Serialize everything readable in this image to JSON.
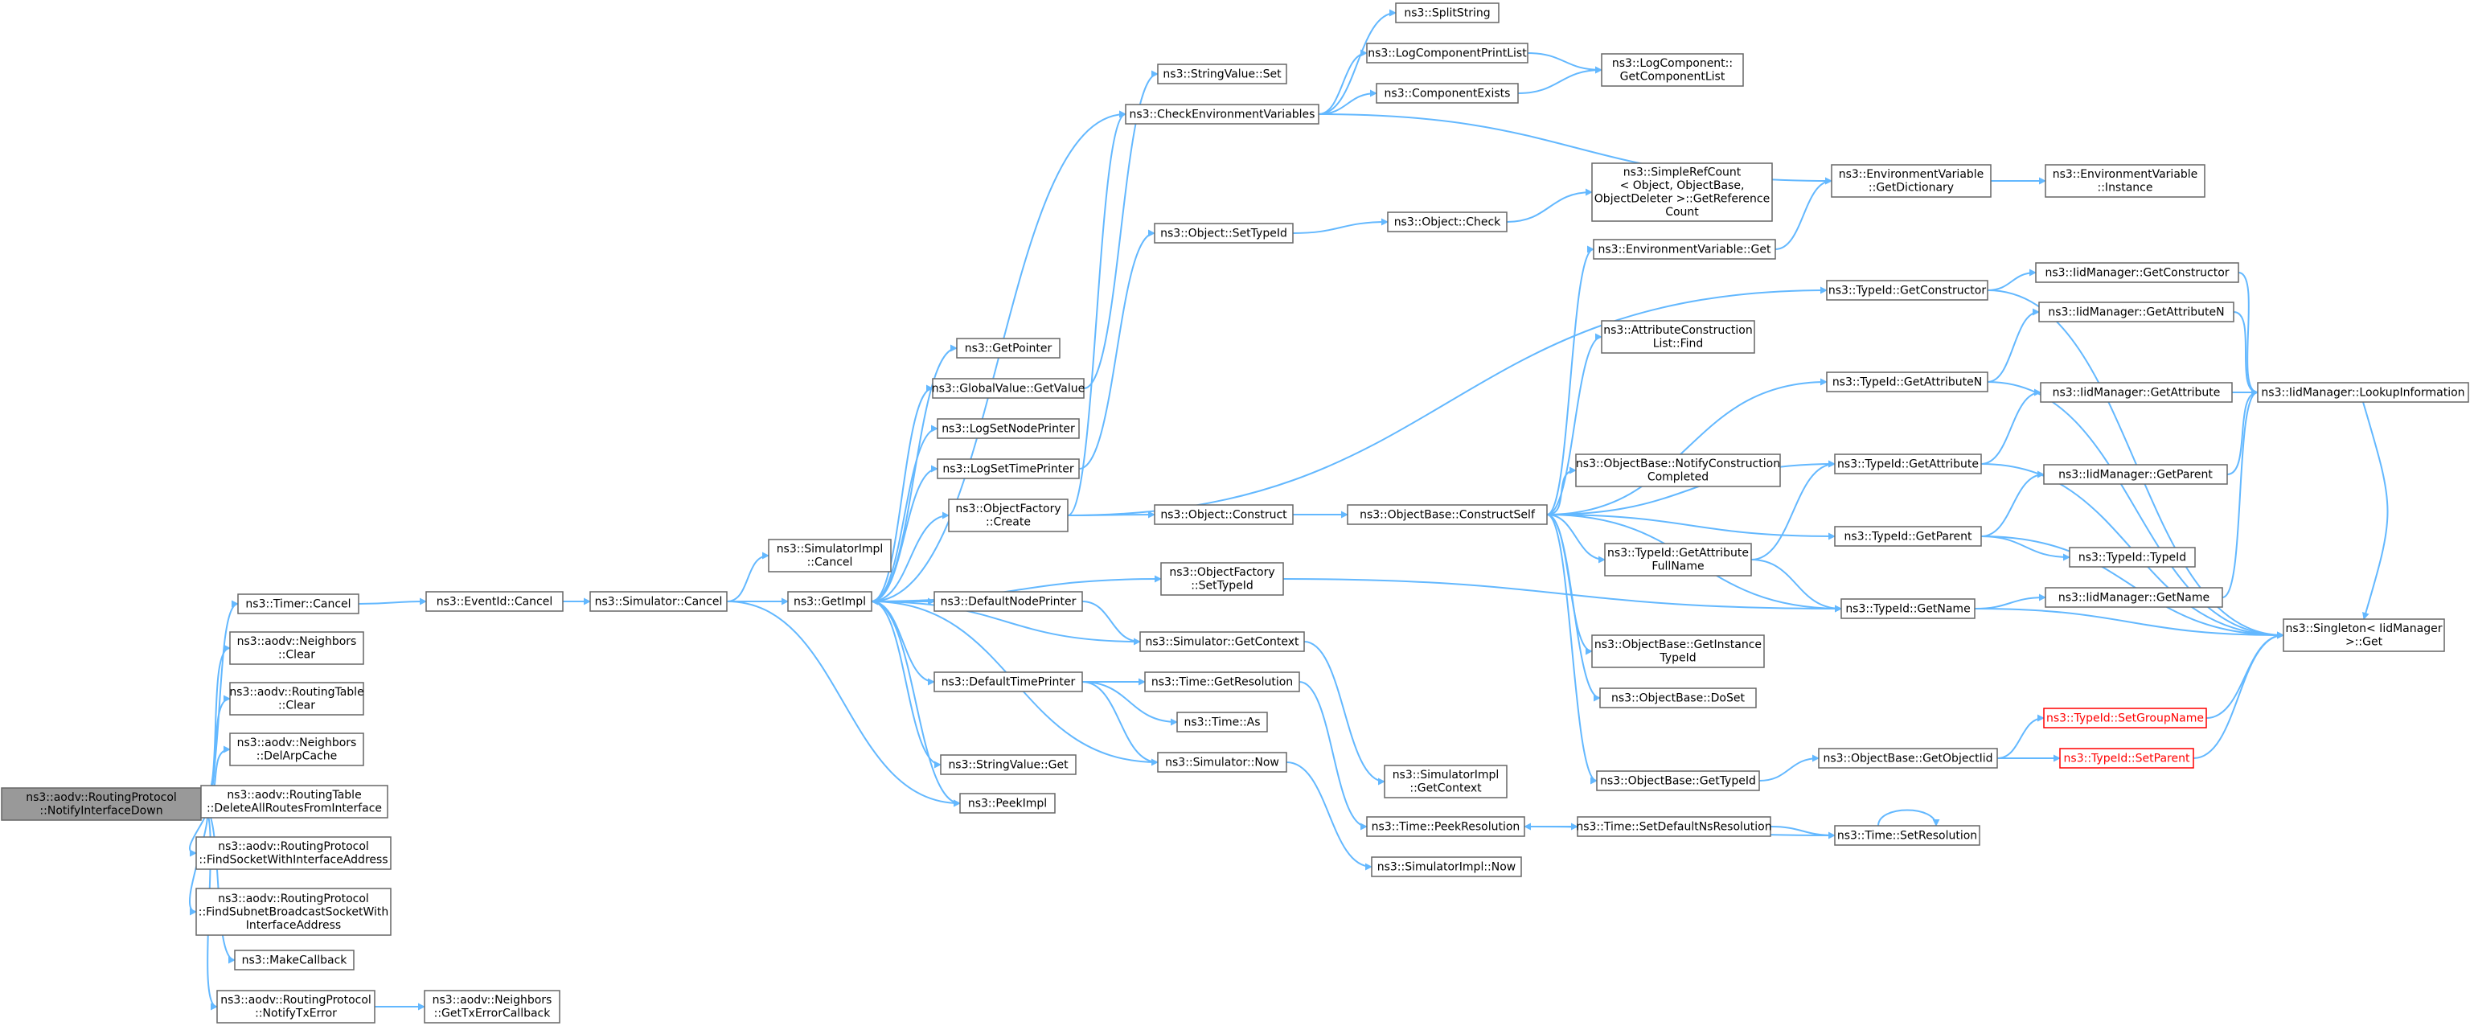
{
  "colors": {
    "edge": "#63b8ff",
    "root_fill": "#999999",
    "border": "#666666",
    "truncated": "#ff0000"
  },
  "nodes": [
    {
      "id": "root",
      "lines": [
        "ns3::aodv::RoutingProtocol",
        "::NotifyInterfaceDown"
      ],
      "style": "root"
    },
    {
      "id": "timer_cancel",
      "lines": [
        "ns3::Timer::Cancel"
      ]
    },
    {
      "id": "nb_clear",
      "lines": [
        "ns3::aodv::Neighbors",
        "::Clear"
      ]
    },
    {
      "id": "rt_clear",
      "lines": [
        "ns3::aodv::RoutingTable",
        "::Clear"
      ]
    },
    {
      "id": "nb_delarp",
      "lines": [
        "ns3::aodv::Neighbors",
        "::DelArpCache"
      ]
    },
    {
      "id": "rt_delall",
      "lines": [
        "ns3::aodv::RoutingTable",
        "::DeleteAllRoutesFromInterface"
      ]
    },
    {
      "id": "rp_findsock",
      "lines": [
        "ns3::aodv::RoutingProtocol",
        "::FindSocketWithInterfaceAddress"
      ]
    },
    {
      "id": "rp_findsubnet",
      "lines": [
        "ns3::aodv::RoutingProtocol",
        "::FindSubnetBroadcastSocketWith",
        "InterfaceAddress"
      ]
    },
    {
      "id": "makecallback",
      "lines": [
        "ns3::MakeCallback"
      ]
    },
    {
      "id": "rp_notifytx",
      "lines": [
        "ns3::aodv::RoutingProtocol",
        "::NotifyTxError"
      ]
    },
    {
      "id": "nb_gettx",
      "lines": [
        "ns3::aodv::Neighbors",
        "::GetTxErrorCallback"
      ]
    },
    {
      "id": "eventid_cancel",
      "lines": [
        "ns3::EventId::Cancel"
      ]
    },
    {
      "id": "sim_cancel",
      "lines": [
        "ns3::Simulator::Cancel"
      ]
    },
    {
      "id": "simimpl_cancel",
      "lines": [
        "ns3::SimulatorImpl",
        "::Cancel"
      ]
    },
    {
      "id": "getimpl",
      "lines": [
        "ns3::GetImpl"
      ]
    },
    {
      "id": "peekimpl",
      "lines": [
        "ns3::PeekImpl"
      ]
    },
    {
      "id": "getpointer",
      "lines": [
        "ns3::GetPointer"
      ]
    },
    {
      "id": "gv_getvalue",
      "lines": [
        "ns3::GlobalValue::GetValue"
      ]
    },
    {
      "id": "lognodeprinter",
      "lines": [
        "ns3::LogSetNodePrinter"
      ]
    },
    {
      "id": "logtimeprinter",
      "lines": [
        "ns3::LogSetTimePrinter"
      ]
    },
    {
      "id": "of_create",
      "lines": [
        "ns3::ObjectFactory",
        "::Create"
      ]
    },
    {
      "id": "of_settypeid",
      "lines": [
        "ns3::ObjectFactory",
        "::SetTypeId"
      ]
    },
    {
      "id": "defnodeprinter",
      "lines": [
        "ns3::DefaultNodePrinter"
      ]
    },
    {
      "id": "sim_getcontext",
      "lines": [
        "ns3::Simulator::GetContext"
      ]
    },
    {
      "id": "deftimeprinter",
      "lines": [
        "ns3::DefaultTimePrinter"
      ]
    },
    {
      "id": "time_getres",
      "lines": [
        "ns3::Time::GetResolution"
      ]
    },
    {
      "id": "time_as",
      "lines": [
        "ns3::Time::As"
      ]
    },
    {
      "id": "sim_now",
      "lines": [
        "ns3::Simulator::Now"
      ]
    },
    {
      "id": "sv_get",
      "lines": [
        "ns3::StringValue::Get"
      ]
    },
    {
      "id": "sv_set",
      "lines": [
        "ns3::StringValue::Set"
      ]
    },
    {
      "id": "checkenv",
      "lines": [
        "ns3::CheckEnvironmentVariables"
      ]
    },
    {
      "id": "obj_settypeid",
      "lines": [
        "ns3::Object::SetTypeId"
      ]
    },
    {
      "id": "obj_construct",
      "lines": [
        "ns3::Object::Construct"
      ]
    },
    {
      "id": "simimpl_getctx",
      "lines": [
        "ns3::SimulatorImpl",
        "::GetContext"
      ]
    },
    {
      "id": "time_peekres",
      "lines": [
        "ns3::Time::PeekResolution"
      ]
    },
    {
      "id": "simimpl_now",
      "lines": [
        "ns3::SimulatorImpl::Now"
      ]
    },
    {
      "id": "splitstring",
      "lines": [
        "ns3::SplitString"
      ]
    },
    {
      "id": "logprintlist",
      "lines": [
        "ns3::LogComponentPrintList"
      ]
    },
    {
      "id": "compexists",
      "lines": [
        "ns3::ComponentExists"
      ]
    },
    {
      "id": "logcomplist",
      "lines": [
        "ns3::LogComponent::",
        "GetComponentList"
      ]
    },
    {
      "id": "obj_check",
      "lines": [
        "ns3::Object::Check"
      ]
    },
    {
      "id": "srefcount",
      "lines": [
        "ns3::SimpleRefCount",
        "< Object, ObjectBase,",
        "ObjectDeleter >::GetReference",
        "Count"
      ]
    },
    {
      "id": "envvar_get",
      "lines": [
        "ns3::EnvironmentVariable::Get"
      ]
    },
    {
      "id": "envvar_getdict",
      "lines": [
        "ns3::EnvironmentVariable",
        "::GetDictionary"
      ]
    },
    {
      "id": "envvar_instance",
      "lines": [
        "ns3::EnvironmentVariable",
        "::Instance"
      ]
    },
    {
      "id": "ob_constructself",
      "lines": [
        "ns3::ObjectBase::ConstructSelf"
      ]
    },
    {
      "id": "attrcons_find",
      "lines": [
        "ns3::AttributeConstruction",
        "List::Find"
      ]
    },
    {
      "id": "ob_notifycons",
      "lines": [
        "ns3::ObjectBase::NotifyConstruction",
        "Completed"
      ]
    },
    {
      "id": "tid_getattrfull",
      "lines": [
        "ns3::TypeId::GetAttribute",
        "FullName"
      ]
    },
    {
      "id": "ob_getinstance",
      "lines": [
        "ns3::ObjectBase::GetInstance",
        "TypeId"
      ]
    },
    {
      "id": "ob_doset",
      "lines": [
        "ns3::ObjectBase::DoSet"
      ]
    },
    {
      "id": "ob_gettypeid",
      "lines": [
        "ns3::ObjectBase::GetTypeId"
      ]
    },
    {
      "id": "ob_getobjectiid",
      "lines": [
        "ns3::ObjectBase::GetObjectIid"
      ]
    },
    {
      "id": "tid_getconstructor",
      "lines": [
        "ns3::TypeId::GetConstructor"
      ]
    },
    {
      "id": "tid_getattrn",
      "lines": [
        "ns3::TypeId::GetAttributeN"
      ]
    },
    {
      "id": "tid_getattr",
      "lines": [
        "ns3::TypeId::GetAttribute"
      ]
    },
    {
      "id": "tid_getparent",
      "lines": [
        "ns3::TypeId::GetParent"
      ]
    },
    {
      "id": "tid_getname",
      "lines": [
        "ns3::TypeId::GetName"
      ]
    },
    {
      "id": "time_setdefns",
      "lines": [
        "ns3::Time::SetDefaultNsResolution"
      ]
    },
    {
      "id": "time_setres",
      "lines": [
        "ns3::Time::SetResolution"
      ]
    },
    {
      "id": "tid_setgroup",
      "lines": [
        "ns3::TypeId::SetGroupName"
      ],
      "style": "trunc"
    },
    {
      "id": "tid_setparent",
      "lines": [
        "ns3::TypeId::SetParent"
      ],
      "style": "trunc"
    },
    {
      "id": "iid_getconstructor",
      "lines": [
        "ns3::IidManager::GetConstructor"
      ]
    },
    {
      "id": "iid_getattrn",
      "lines": [
        "ns3::IidManager::GetAttributeN"
      ]
    },
    {
      "id": "iid_getattr",
      "lines": [
        "ns3::IidManager::GetAttribute"
      ]
    },
    {
      "id": "iid_getparent",
      "lines": [
        "ns3::IidManager::GetParent"
      ]
    },
    {
      "id": "tid_typeid",
      "lines": [
        "ns3::TypeId::TypeId"
      ]
    },
    {
      "id": "iid_getname",
      "lines": [
        "ns3::IidManager::GetName"
      ]
    },
    {
      "id": "iid_lookup",
      "lines": [
        "ns3::IidManager::LookupInformation"
      ]
    },
    {
      "id": "singleton_get",
      "lines": [
        "ns3::Singleton< IidManager",
        ">::Get"
      ]
    }
  ],
  "edges": [
    [
      "root",
      "timer_cancel"
    ],
    [
      "root",
      "nb_clear"
    ],
    [
      "root",
      "rt_clear"
    ],
    [
      "root",
      "nb_delarp"
    ],
    [
      "root",
      "rt_delall"
    ],
    [
      "root",
      "rp_findsock"
    ],
    [
      "root",
      "rp_findsubnet"
    ],
    [
      "root",
      "makecallback"
    ],
    [
      "root",
      "rp_notifytx"
    ],
    [
      "rp_notifytx",
      "nb_gettx"
    ],
    [
      "timer_cancel",
      "eventid_cancel"
    ],
    [
      "eventid_cancel",
      "sim_cancel"
    ],
    [
      "sim_cancel",
      "simimpl_cancel"
    ],
    [
      "sim_cancel",
      "getimpl"
    ],
    [
      "sim_cancel",
      "peekimpl"
    ],
    [
      "getimpl",
      "getpointer"
    ],
    [
      "getimpl",
      "gv_getvalue"
    ],
    [
      "getimpl",
      "lognodeprinter"
    ],
    [
      "getimpl",
      "logtimeprinter"
    ],
    [
      "getimpl",
      "of_create"
    ],
    [
      "getimpl",
      "of_settypeid"
    ],
    [
      "getimpl",
      "defnodeprinter"
    ],
    [
      "getimpl",
      "deftimeprinter"
    ],
    [
      "getimpl",
      "sv_get"
    ],
    [
      "getimpl",
      "peekimpl"
    ],
    [
      "getimpl",
      "checkenv"
    ],
    [
      "gv_getvalue",
      "sv_set"
    ],
    [
      "logtimeprinter",
      "obj_settypeid"
    ],
    [
      "of_create",
      "obj_construct"
    ],
    [
      "of_create",
      "tid_getconstructor"
    ],
    [
      "of_create",
      "checkenv"
    ],
    [
      "of_settypeid",
      "tid_getname"
    ],
    [
      "defnodeprinter",
      "sim_getcontext"
    ],
    [
      "sim_getcontext",
      "getimpl"
    ],
    [
      "sim_getcontext",
      "simimpl_getctx"
    ],
    [
      "deftimeprinter",
      "time_getres"
    ],
    [
      "deftimeprinter",
      "time_as"
    ],
    [
      "deftimeprinter",
      "sim_now"
    ],
    [
      "sim_now",
      "getimpl"
    ],
    [
      "sim_now",
      "simimpl_now"
    ],
    [
      "time_getres",
      "time_peekres"
    ],
    [
      "checkenv",
      "splitstring"
    ],
    [
      "checkenv",
      "logprintlist"
    ],
    [
      "checkenv",
      "compexists"
    ],
    [
      "checkenv",
      "envvar_getdict"
    ],
    [
      "logprintlist",
      "logcomplist"
    ],
    [
      "compexists",
      "logcomplist"
    ],
    [
      "obj_settypeid",
      "obj_check"
    ],
    [
      "obj_check",
      "srefcount"
    ],
    [
      "obj_construct",
      "ob_constructself"
    ],
    [
      "ob_constructself",
      "envvar_get"
    ],
    [
      "ob_constructself",
      "attrcons_find"
    ],
    [
      "ob_constructself",
      "tid_getattrn"
    ],
    [
      "ob_constructself",
      "tid_getattr"
    ],
    [
      "ob_constructself",
      "ob_notifycons"
    ],
    [
      "ob_constructself",
      "tid_getparent"
    ],
    [
      "ob_constructself",
      "tid_getattrfull"
    ],
    [
      "ob_constructself",
      "tid_getname"
    ],
    [
      "ob_constructself",
      "ob_getinstance"
    ],
    [
      "ob_constructself",
      "ob_doset"
    ],
    [
      "ob_constructself",
      "ob_gettypeid"
    ],
    [
      "envvar_get",
      "envvar_getdict"
    ],
    [
      "envvar_getdict",
      "envvar_instance"
    ],
    [
      "tid_getattrfull",
      "tid_getattr"
    ],
    [
      "tid_getattrfull",
      "tid_getname"
    ],
    [
      "ob_gettypeid",
      "ob_getobjectiid"
    ],
    [
      "ob_getobjectiid",
      "tid_setgroup"
    ],
    [
      "ob_getobjectiid",
      "tid_setparent"
    ],
    [
      "tid_getconstructor",
      "iid_getconstructor"
    ],
    [
      "tid_getconstructor",
      "singleton_get"
    ],
    [
      "tid_getattrn",
      "iid_getattrn"
    ],
    [
      "tid_getattrn",
      "singleton_get"
    ],
    [
      "tid_getattr",
      "iid_getattr"
    ],
    [
      "tid_getattr",
      "singleton_get"
    ],
    [
      "tid_getparent",
      "iid_getparent"
    ],
    [
      "tid_getparent",
      "tid_typeid"
    ],
    [
      "tid_getparent",
      "singleton_get"
    ],
    [
      "tid_getname",
      "iid_getname"
    ],
    [
      "tid_getname",
      "singleton_get"
    ],
    [
      "time_peekres",
      "time_setdefns"
    ],
    [
      "time_setdefns",
      "time_setres"
    ],
    [
      "time_setres",
      "time_setres"
    ],
    [
      "time_setres",
      "time_peekres"
    ],
    [
      "iid_getconstructor",
      "iid_lookup"
    ],
    [
      "iid_getattrn",
      "iid_lookup"
    ],
    [
      "iid_getattr",
      "iid_lookup"
    ],
    [
      "iid_getparent",
      "iid_lookup"
    ],
    [
      "iid_getname",
      "iid_lookup"
    ],
    [
      "iid_lookup",
      "singleton_get"
    ],
    [
      "tid_setgroup",
      "singleton_get"
    ],
    [
      "tid_setparent",
      "singleton_get"
    ]
  ]
}
